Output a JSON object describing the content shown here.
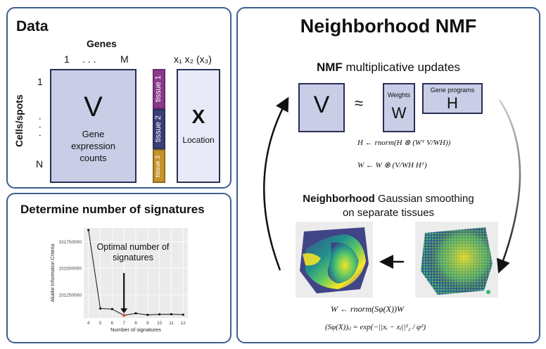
{
  "data_panel": {
    "title": "Data",
    "genes_label": "Genes",
    "gene_index_first": "1",
    "gene_index_dots": ". . .",
    "gene_index_last": "M",
    "cells_label": "Cells/spots",
    "cell_index_first": "1",
    "cell_index_dots": ". . .",
    "cell_index_last": "N",
    "v_letter": "V",
    "v_caption": "Gene expression counts",
    "tissues": [
      "tissue 1",
      "tissue 2",
      "tissue 3"
    ],
    "coords_label": "x₁ x₂ (x₃)",
    "x_letter": "X",
    "x_caption": "Location",
    "colors": {
      "tissue1": "#8b3a8b",
      "tissue2": "#3a3f78",
      "tissue3": "#c8922a",
      "matrix_fill": "#c9cde6",
      "x_fill": "#e8eaf8"
    }
  },
  "signatures_panel": {
    "title": "Determine number of signatures",
    "annotation": "Optimal number of signatures",
    "chart_data": {
      "type": "line",
      "xlabel": "Number of signatures",
      "ylabel": "Akaike Information Criteria",
      "x": [
        4,
        5,
        6,
        7,
        8,
        9,
        10,
        11,
        12
      ],
      "y": [
        151860000,
        151120000,
        151115000,
        151055000,
        151075000,
        151060000,
        151065000,
        151066000,
        151062000
      ],
      "x_ticks": [
        "4",
        "5",
        "6",
        "7",
        "8",
        "9",
        "10",
        "11",
        "12"
      ],
      "y_ticks": [
        151250000,
        151500000,
        151750000
      ],
      "y_tick_labels": [
        "151250000",
        "151500000",
        "151750000"
      ],
      "xlim": [
        3.6,
        12.4
      ],
      "ylim": [
        151030000,
        151880000
      ],
      "highlight_x": 7,
      "grid": true,
      "colors": {
        "line": "#111111",
        "highlight": "#e0523a",
        "background": "#ebebeb"
      }
    }
  },
  "nmf_panel": {
    "title": "Neighborhood NMF",
    "updates_title_bold": "NMF",
    "updates_title_rest": " multiplicative updates",
    "v_letter": "V",
    "approx": "≈",
    "w_label": "Weights",
    "w_letter": "W",
    "h_label": "Gene programs",
    "h_letter": "H",
    "smoothing_title_bold": "Neighborhood",
    "smoothing_title_rest": " Gaussian smoothing",
    "smoothing_subtitle": "on separate tissues",
    "eq_h": "H ← rnorm(H ⊗ (Wᵀ V/WH))",
    "eq_w": "W ← W ⊗ (V/WH Hᵀ)",
    "eq_smooth": "W ← rnorm(Sφ(X))W",
    "eq_kernel": "(Sφ(X))ᵢⱼ = exp(−||xᵢ − xⱼ||²₂ / φ²)",
    "colors": {
      "box_fill": "#c9cde6",
      "border": "#3d5f8f"
    }
  }
}
